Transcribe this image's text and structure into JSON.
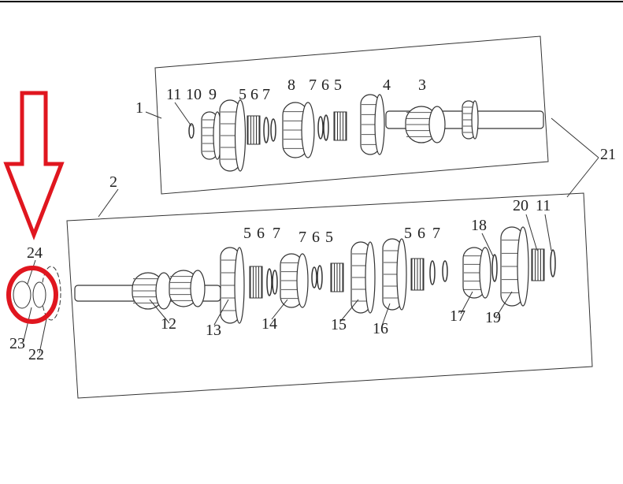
{
  "diagram": {
    "groups": {
      "top_shaft": "1",
      "bottom_shaft": "2",
      "assembly": "21"
    },
    "top_labels": [
      "11",
      "10",
      "9",
      "5",
      "6",
      "7",
      "8",
      "7",
      "6",
      "5",
      "4",
      "3"
    ],
    "bottom_labels_upper": [
      "5",
      "6",
      "7",
      "7",
      "6",
      "5",
      "5",
      "6",
      "7",
      "18",
      "20",
      "11"
    ],
    "bottom_labels_lower": [
      "12",
      "13",
      "14",
      "15",
      "16",
      "17",
      "19"
    ],
    "external_labels": [
      "24",
      "23",
      "22"
    ],
    "highlight": {
      "color": "#e0161f",
      "target": "24"
    }
  }
}
